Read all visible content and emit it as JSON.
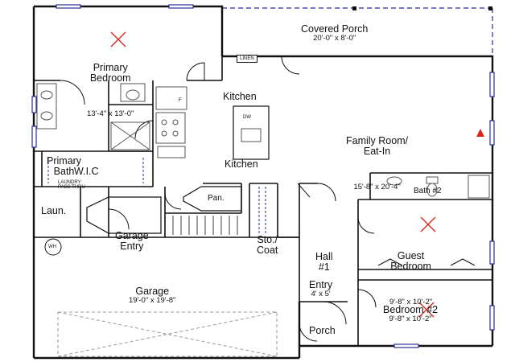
{
  "rooms": {
    "covered_porch": {
      "name": "Covered Porch",
      "dims": "20'-0\" x 8'-0\""
    },
    "primary_bedroom": {
      "name": "Primary\nBedroom",
      "dims": "13'-4\" x 13'-0\""
    },
    "family_room": {
      "name": "Family Room/\nEat-In",
      "dims": "15'-8\" x 20'-4\""
    },
    "kitchen_top": {
      "name": "Kitchen"
    },
    "kitchen_bottom": {
      "name": "Kitchen"
    },
    "primary_bath": {
      "name": "Primary\nBath"
    },
    "wic": {
      "name": "W.I.C"
    },
    "laundry_passthru": {
      "name": "LAUNDRY\nPASS THRU"
    },
    "laundry": {
      "name": "Laun."
    },
    "garage_entry": {
      "name": "Garage\nEntry"
    },
    "pantry": {
      "name": "Pan."
    },
    "storage_coat": {
      "name": "Sto./\nCoat"
    },
    "hall": {
      "name": "Hall\n#1"
    },
    "bath2": {
      "name": "Bath #2"
    },
    "guest_bedroom": {
      "name": "Guest\nBedroom",
      "dims": "9'-8\" x 10'-2\""
    },
    "garage": {
      "name": "Garage",
      "dims": "19'-0\" x 19'-8\""
    },
    "entry": {
      "name": "Entry",
      "dims": "4' x 5'"
    },
    "bedroom2": {
      "name": "Bedroom #2",
      "dims": "9'-8\" x 10'-2\""
    },
    "porch": {
      "name": "Porch"
    }
  },
  "fixtures": {
    "linen": "LINEN",
    "dishwasher": "DW",
    "water_heater": "WH",
    "ref": "F"
  },
  "colors": {
    "wall": "#111111",
    "window": "#2c2c9e",
    "marker": "#d9241c",
    "fixture": "#555555"
  }
}
